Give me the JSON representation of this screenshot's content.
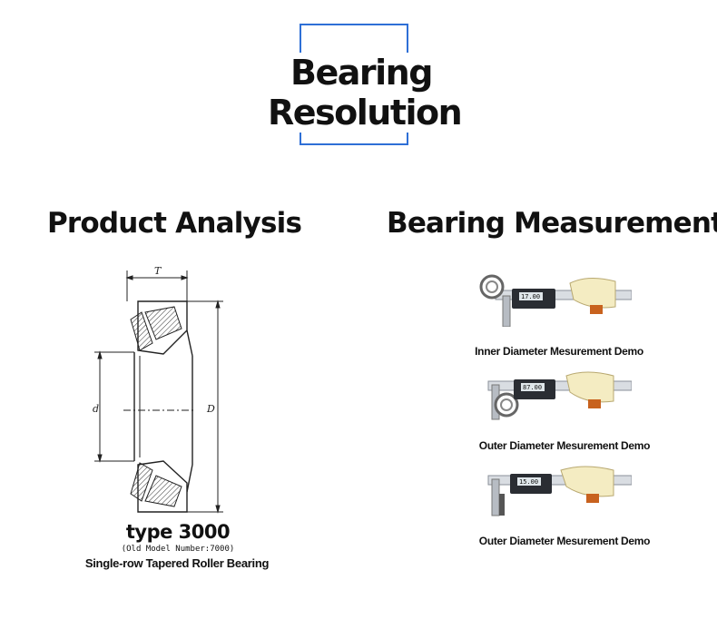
{
  "header": {
    "title_line1": "Bearing",
    "title_line2": "Resolution",
    "box_color": "#2e6fd6"
  },
  "left": {
    "heading": "Product Analysis",
    "drawing": {
      "label_T": "T",
      "label_d": "d",
      "label_D": "D"
    },
    "type_label": "type 3000",
    "old_model": "(Old Model Number:7000)",
    "description": "Single-row Tapered Roller Bearing"
  },
  "right": {
    "heading": "Bearing Measurement",
    "demos": [
      {
        "caption": "Inner Diameter Mesurement Demo",
        "display": "17.00"
      },
      {
        "caption": "Outer Diameter Mesurement Demo",
        "display": "87.00"
      },
      {
        "caption": "Outer Diameter Mesurement Demo",
        "display": "15.00"
      }
    ]
  }
}
